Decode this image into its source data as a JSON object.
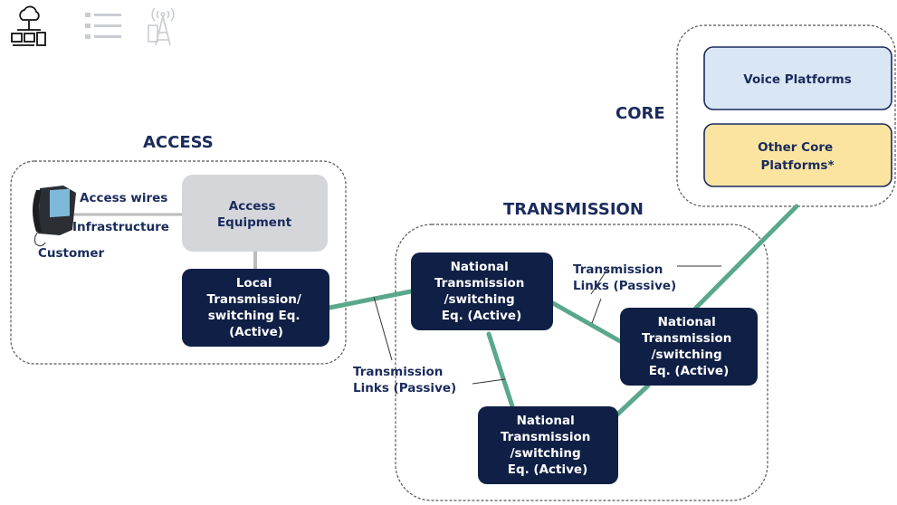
{
  "toolbar": {
    "icons": [
      "network-diagram-icon",
      "list-icon",
      "antenna-icon"
    ]
  },
  "sections": {
    "access": "ACCESS",
    "transmission": "TRANSMISSION",
    "core": "CORE"
  },
  "nodes": {
    "voice_platforms": [
      "Voice Platforms"
    ],
    "other_core_platforms": [
      "Other Core",
      "Platforms*"
    ],
    "access_equipment": [
      "Access",
      "Equipment"
    ],
    "local_transmission": [
      "Local",
      "Transmission/",
      "switching Eq.",
      "(Active)"
    ],
    "national_1": [
      "National",
      "Transmission",
      "/switching",
      "Eq. (Active)"
    ],
    "national_2": [
      "National",
      "Transmission",
      "/switching",
      "Eq. (Active)"
    ],
    "national_3": [
      "National",
      "Transmission",
      "/switching",
      "Eq. (Active)"
    ]
  },
  "labels": {
    "access_wires": "Access wires",
    "infrastructure": "Infrastructure",
    "customer": "Customer",
    "transmission_links_1": [
      "Transmission",
      "Links (Passive)"
    ],
    "transmission_links_2": [
      "Transmission",
      "Links (Passive)"
    ]
  },
  "colors": {
    "navy": "#0f1f45",
    "link_green": "#5aa88b",
    "access_gray": "#d4d6da",
    "voice_blue": "#d9e6f4",
    "core_yellow": "#fbe4a0",
    "text_navy": "#1a2b5c"
  }
}
